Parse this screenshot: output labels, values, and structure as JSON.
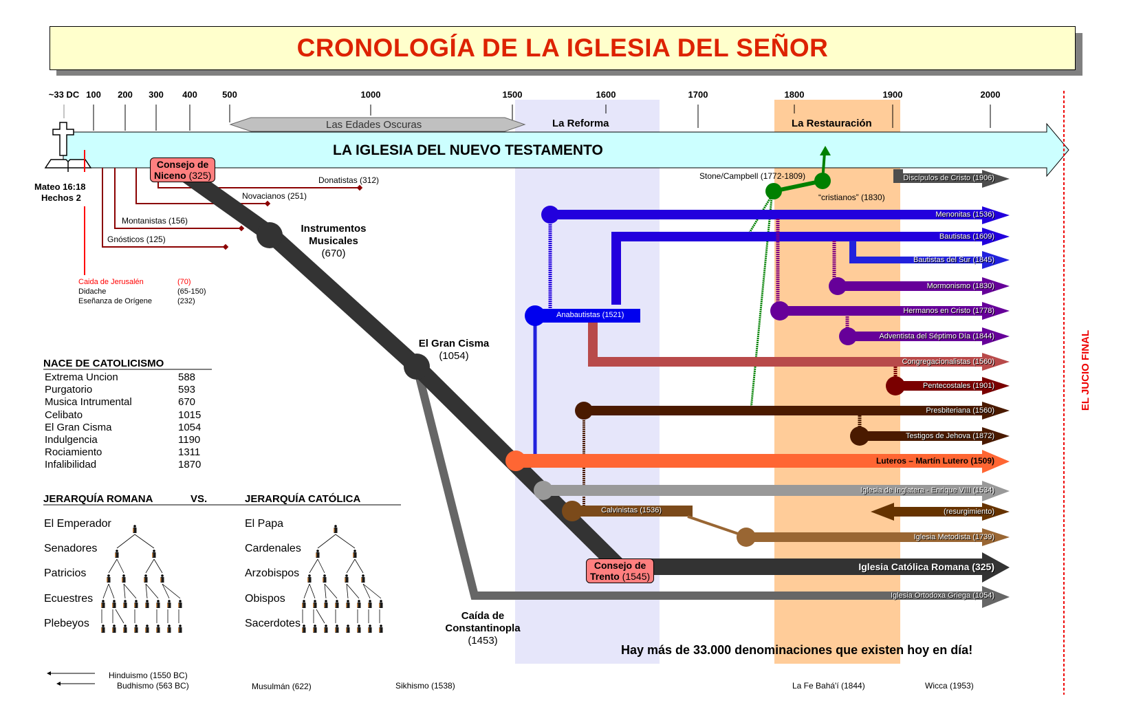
{
  "title": "CRONOLOGÍA DE LA IGLESIA DEL SEÑOR",
  "timeline": {
    "ticks": [
      "~33 DC",
      "100",
      "200",
      "300",
      "400",
      "500",
      "1000",
      "1500",
      "1600",
      "1700",
      "1800",
      "1900",
      "2000"
    ],
    "main_banner": "LA IGLESIA DEL NUEVO TESTAMENTO",
    "dark_ages": "Las Edades Oscuras",
    "reformation": "La Reforma",
    "restoration": "La Restauración",
    "final_judgment": "EL JUCIO FINAL",
    "origin_ref_1": "Mateo 16:18",
    "origin_ref_2": "Hechos 2"
  },
  "early_sects": [
    {
      "label": "Donatistas (312)"
    },
    {
      "label": "Novacianos (251)"
    },
    {
      "label": "Montanistas (156)"
    },
    {
      "label": "Gnósticos (125)"
    }
  ],
  "early_events": [
    {
      "name": "Caida de Jerusalén",
      "year": "(70)",
      "color": "#ff0000"
    },
    {
      "name": "Didache",
      "year": "(65-150)",
      "color": "#000000"
    },
    {
      "name": "Eseñanza de Orígene",
      "year": "(232)",
      "color": "#000000"
    }
  ],
  "councils": {
    "nicaea_bold": "Consejo de",
    "nicaea_name": "Niceno",
    "nicaea_year": "(325)",
    "trent_bold": "Consejo de",
    "trent_name": "Trento",
    "trent_year": "(1545)"
  },
  "milestones": {
    "instruments_1": "Instrumentos",
    "instruments_2": "Musicales",
    "instruments_year": "(670)",
    "schism": "El Gran Cisma",
    "schism_year": "(1054)",
    "constantinople_1": "Caída de",
    "constantinople_2": "Constantinopla",
    "constantinople_year": "(1453)"
  },
  "stone_campbell": {
    "label": "Stone/Campbell (1772-1809)",
    "cristianos": "“cristianos” (1830)"
  },
  "denominations": [
    {
      "label": "Discípulos de Cristo (1906)",
      "color": "#4d4d4d"
    },
    {
      "label": "Menonitas (1536)",
      "color": "#2200dd"
    },
    {
      "label": "Bautistas (1609)",
      "color": "#2200dd"
    },
    {
      "label": "Bautistas del Sur (1845)",
      "color": "#2222dd"
    },
    {
      "label": "Mormonismo (1830)",
      "color": "#660099"
    },
    {
      "label": "Hermanos en Cristo (1778)",
      "color": "#660099"
    },
    {
      "label": "Adventista del Séptimo Día (1844)",
      "color": "#660099"
    },
    {
      "label": "Congregacionalistas (1560)",
      "color": "#b84a4a"
    },
    {
      "label": "Pentecostales (1901)",
      "color": "#7a0000"
    },
    {
      "label": "Presbiteriana (1560)",
      "color": "#4a1a00"
    },
    {
      "label": "Testigos de Jehova (1872)",
      "color": "#4a1a00"
    },
    {
      "label": "Luteros – Martín Lutero (1509)",
      "color": "#ff6633"
    },
    {
      "label": "Iglesia de Inglatera - Enrique VIII (1534)",
      "color": "#999999"
    },
    {
      "label": "(resurgimiento)",
      "color": "#663300"
    },
    {
      "label": "Iglesia Metodista (1739)",
      "color": "#996633"
    },
    {
      "label": "Iglesia Católica Romana (325)",
      "color": "#333333"
    },
    {
      "label": "Iglesia Ortodoxa Griega (1054)",
      "color": "#666666"
    }
  ],
  "anabaptists": "Anabautistas (1521)",
  "calvinists": "Calvinistas (1536)",
  "catholicism_origin": {
    "heading": "NACE DE CATOLICISMO",
    "rows": [
      {
        "name": "Extrema Uncion",
        "year": "588"
      },
      {
        "name": "Purgatorio",
        "year": "593"
      },
      {
        "name": "Musica Intrumental",
        "year": "670"
      },
      {
        "name": "Celibato",
        "year": "1015"
      },
      {
        "name": "El Gran Cisma",
        "year": "1054"
      },
      {
        "name": "Indulgencia",
        "year": "1190"
      },
      {
        "name": "Rociamiento",
        "year": "1311"
      },
      {
        "name": "Infalibilidad",
        "year": "1870"
      }
    ]
  },
  "hierarchy": {
    "roman_heading": "JERARQUÍA ROMANA",
    "vs": "VS.",
    "catholic_heading": "JERARQUÍA CATÓLICA",
    "roman_levels": [
      "El Emperador",
      "Senadores",
      "Patricios",
      "Ecuestres",
      "Plebeyos"
    ],
    "catholic_levels": [
      "El Papa",
      "Cardenales",
      "Arzobispos",
      "Obispos",
      "Sacerdotes"
    ]
  },
  "footer_note": "Hay más de 33.000 denominaciones que existen hoy en día!",
  "other_religions": [
    {
      "label": "Hinduismo (1550 BC)"
    },
    {
      "label": "Budhismo (563 BC)"
    },
    {
      "label": "Musulmán (622)"
    },
    {
      "label": "Sikhismo (1538)"
    },
    {
      "label": "La Fe Bahá'í (1844)"
    },
    {
      "label": "Wicca (1953)"
    }
  ],
  "colors": {
    "title": "#dd2200",
    "banner": "#ccffff",
    "reform_band": "#e6e6fa",
    "restoration_band": "#ffcc99",
    "council": "#ff7f7f",
    "catholic_trunk": "#333333",
    "judgment_line": "#ee0000"
  }
}
